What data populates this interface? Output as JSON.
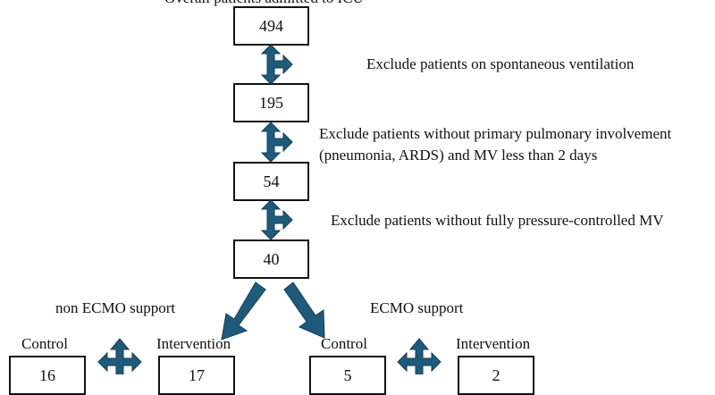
{
  "title": "Overall patients admitted to ICU",
  "steps": [
    {
      "count": "494"
    },
    {
      "count": "195",
      "exclusion": "Exclude patients on spontaneous ventilation"
    },
    {
      "count": "54",
      "exclusion_line1": "Exclude patients without primary pulmonary involvement",
      "exclusion_line2": "(pneumonia, ARDS) and MV less than 2 days"
    },
    {
      "count": "40",
      "exclusion": "Exclude patients without fully pressure-controlled MV"
    }
  ],
  "groups": [
    {
      "label": "non ECMO support",
      "control_label": "Control",
      "control_count": "16",
      "intervention_label": "Intervention",
      "intervention_count": "17"
    },
    {
      "label": "ECMO support",
      "control_label": "Control",
      "control_count": "5",
      "intervention_label": "Intervention",
      "intervention_count": "2"
    }
  ],
  "colors": {
    "arrow": "#1f5a7a",
    "arrow_stroke": "#123c55"
  }
}
